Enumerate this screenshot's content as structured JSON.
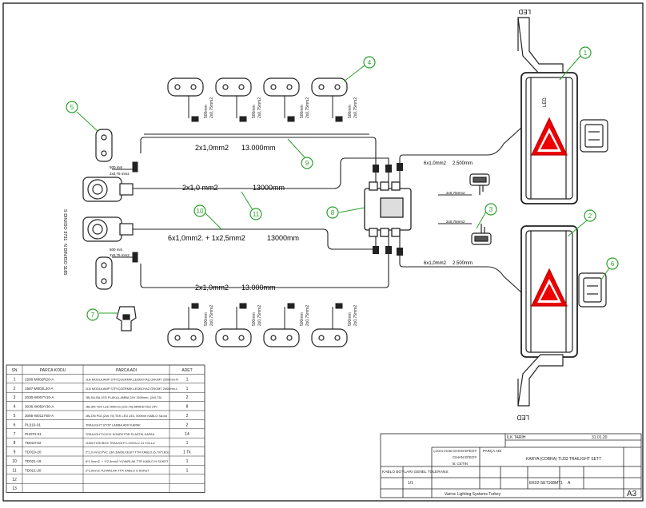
{
  "labels": {
    "led_top": "LED",
    "led_bottom": "LED",
    "lamp_inner_led": "LED",
    "cable_9": "2x1,0mm2",
    "cable_9_len": "13.000mm",
    "cable_11": "2x1,0 mm2",
    "cable_11_len": "13000mm",
    "cable_10": "6x1,0mm2. + 1x2,5mm2",
    "cable_10_len": "13000mm",
    "cable_bottom": "2x1,0mm2",
    "cable_bottom_len": "13.000mm",
    "lamp_cable_top": "6x1,0mm2",
    "lamp_cable_top_len": "2.500mm",
    "lamp_cable_bottom": "6x1,0mm2",
    "lamp_cable_bottom_len": "2.500mm",
    "small_cable_len": "500mm",
    "small_cable_sec": "2x0,75mm2",
    "plug_s": "S DIN/ISO 3731",
    "plug_n": "N DIN/ISO 1185",
    "clip_len": "500 mm",
    "clip_sec": "2x0,75 mm2"
  },
  "callouts": [
    "1",
    "2",
    "3",
    "4",
    "5",
    "6",
    "7",
    "8",
    "9",
    "10",
    "11"
  ],
  "bom": {
    "headers": [
      "SN",
      "PARCA KODU",
      "PARCA ADI",
      "ADET"
    ],
    "rows": [
      {
        "sn": "1",
        "code": "1586-M002R20-A",
        "name": "JLB MODULAMP STP,İÇGERMİK,LEDBOYAZ,GROMT 2500mm-R",
        "qty": "1"
      },
      {
        "sn": "2",
        "code": "1587-M002L20-A",
        "name": "JLB MODULAMP STP,İÇGERMİK,LEDBOYAZ,GROMT 2500mm-L",
        "qty": "1"
      },
      {
        "sn": "3",
        "code": "2030-W007Y10-A",
        "name": "JBLSA-BA LED PLAKA LAMBA 24V 1500mm. (2x0,75)",
        "qty": "2"
      },
      {
        "sn": "4",
        "code": "3036-W059Y30-A",
        "name": "JBLSM TEK LED 500mm (2x0,75) BRAKETSIZ 24V",
        "qty": "8"
      },
      {
        "sn": "5",
        "code": "3065-W011Y50-A",
        "name": "JBLÖN P02,(2x0,75) TEK LED 24V- 500mm KABLO Sa-ba",
        "qty": "2"
      },
      {
        "sn": "6",
        "code": "PL010-01",
        "name": "TRAILIGHT STOP LAMBA ADR KAPAK",
        "qty": "2"
      },
      {
        "sn": "7",
        "code": "PH070-01",
        "name": "TRAILIGHT KLICK KONEKTÖR PLASTİK KAPAK",
        "qty": "14"
      },
      {
        "sn": "8",
        "code": "TD010-02",
        "name": "JUNCTION BOX TRAILIGHT LOGOLU 14 YOLLU",
        "qty": "1"
      },
      {
        "sn": "9",
        "code": "TD019-20",
        "name": "2*1,0 mm2,PVC 13m,DAĞILKESIT TTR KABLO (6,7m*LED)",
        "qty": "1 Tk"
      },
      {
        "sn": "10",
        "code": "TD021-19",
        "name": "6*1,0mm2. + 1*2,5mm2.YUVARLAK TTR KABLO N SOKET",
        "qty": "1"
      },
      {
        "sn": "11",
        "code": "TD021-20",
        "name": "2*1,0mm2.YUVARLAK TTR KABLO S SOKET",
        "qty": "1"
      },
      {
        "sn": "12",
        "code": "",
        "name": "",
        "qty": ""
      },
      {
        "sn": "13",
        "code": "",
        "name": "",
        "qty": ""
      }
    ]
  },
  "titleblock": {
    "ilk_tarih": "İLK TARİH",
    "date": "31.01.20",
    "drawn": "ÇİZEN EKİBİ",
    "drawn_by": "CIHAN EFEOY",
    "checked_by": "CIHAN EFEOY",
    "approved_by": "B. CETIN",
    "part_label": "PARÇA ADI",
    "part_name": "KARYA (COBRA) TIJ33 TRAILIGHT SETT",
    "tolerance": "KABLO BOYLARI GENEL TOLERANS",
    "scale": "1/1",
    "drawing_no": "EK02-SET168MT1",
    "rev": "A",
    "company": "Varroc Lighting Systems Turkey",
    "sheet_size": "A3"
  }
}
